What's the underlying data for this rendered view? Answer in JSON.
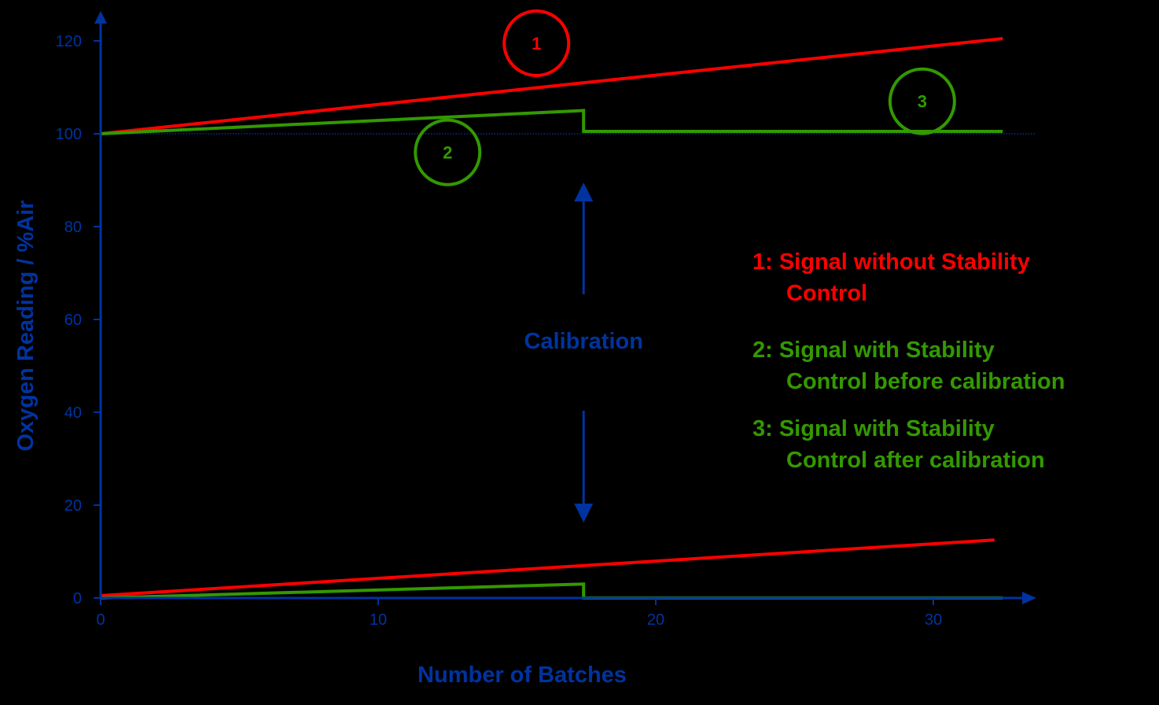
{
  "chart_data": {
    "type": "line",
    "xlabel": "Number of Batches",
    "ylabel": "Oxygen Reading / %Air",
    "xlim": [
      0,
      33
    ],
    "ylim": [
      0,
      120
    ],
    "xticks": [
      "0",
      "10",
      "20",
      "30"
    ],
    "yticks": [
      "0",
      "20",
      "40",
      "60",
      "80",
      "100",
      "120"
    ],
    "reference_line": {
      "y": 100,
      "style": "dotted"
    },
    "series": [
      {
        "id": "1-high",
        "color": "#ff0000",
        "x": [
          0,
          32.5
        ],
        "y": [
          100,
          120.5
        ]
      },
      {
        "id": "1-low",
        "color": "#ff0000",
        "x": [
          0,
          32.2
        ],
        "y": [
          0.5,
          12.5
        ]
      },
      {
        "id": "2-3-high",
        "color": "#339900",
        "x": [
          0,
          17.4,
          17.4,
          32.5
        ],
        "y": [
          100,
          105,
          100.5,
          100.5
        ]
      },
      {
        "id": "2-3-low",
        "color": "#339900",
        "x": [
          0,
          17.4,
          17.4,
          32.5
        ],
        "y": [
          0,
          3,
          0,
          0
        ]
      }
    ],
    "callouts": [
      {
        "label": "1",
        "x": 15.7,
        "y": 119.5,
        "color": "#ff0000"
      },
      {
        "label": "2",
        "x": 12.5,
        "y": 96,
        "color": "#339900"
      },
      {
        "label": "3",
        "x": 29.6,
        "y": 107,
        "color": "#339900"
      }
    ],
    "annotation": {
      "text": "Calibration",
      "x": 17.4
    },
    "legend": [
      {
        "line1": "1: Signal without Stability",
        "line2": "Control",
        "color": "#ff0000"
      },
      {
        "line1": "2: Signal with Stability",
        "line2": "Control before calibration",
        "color": "#339900"
      },
      {
        "line1": "3: Signal with Stability",
        "line2": "Control after calibration",
        "color": "#339900"
      }
    ],
    "colors": {
      "axis": "#0033a0",
      "red": "#ff0000",
      "green": "#339900"
    }
  }
}
